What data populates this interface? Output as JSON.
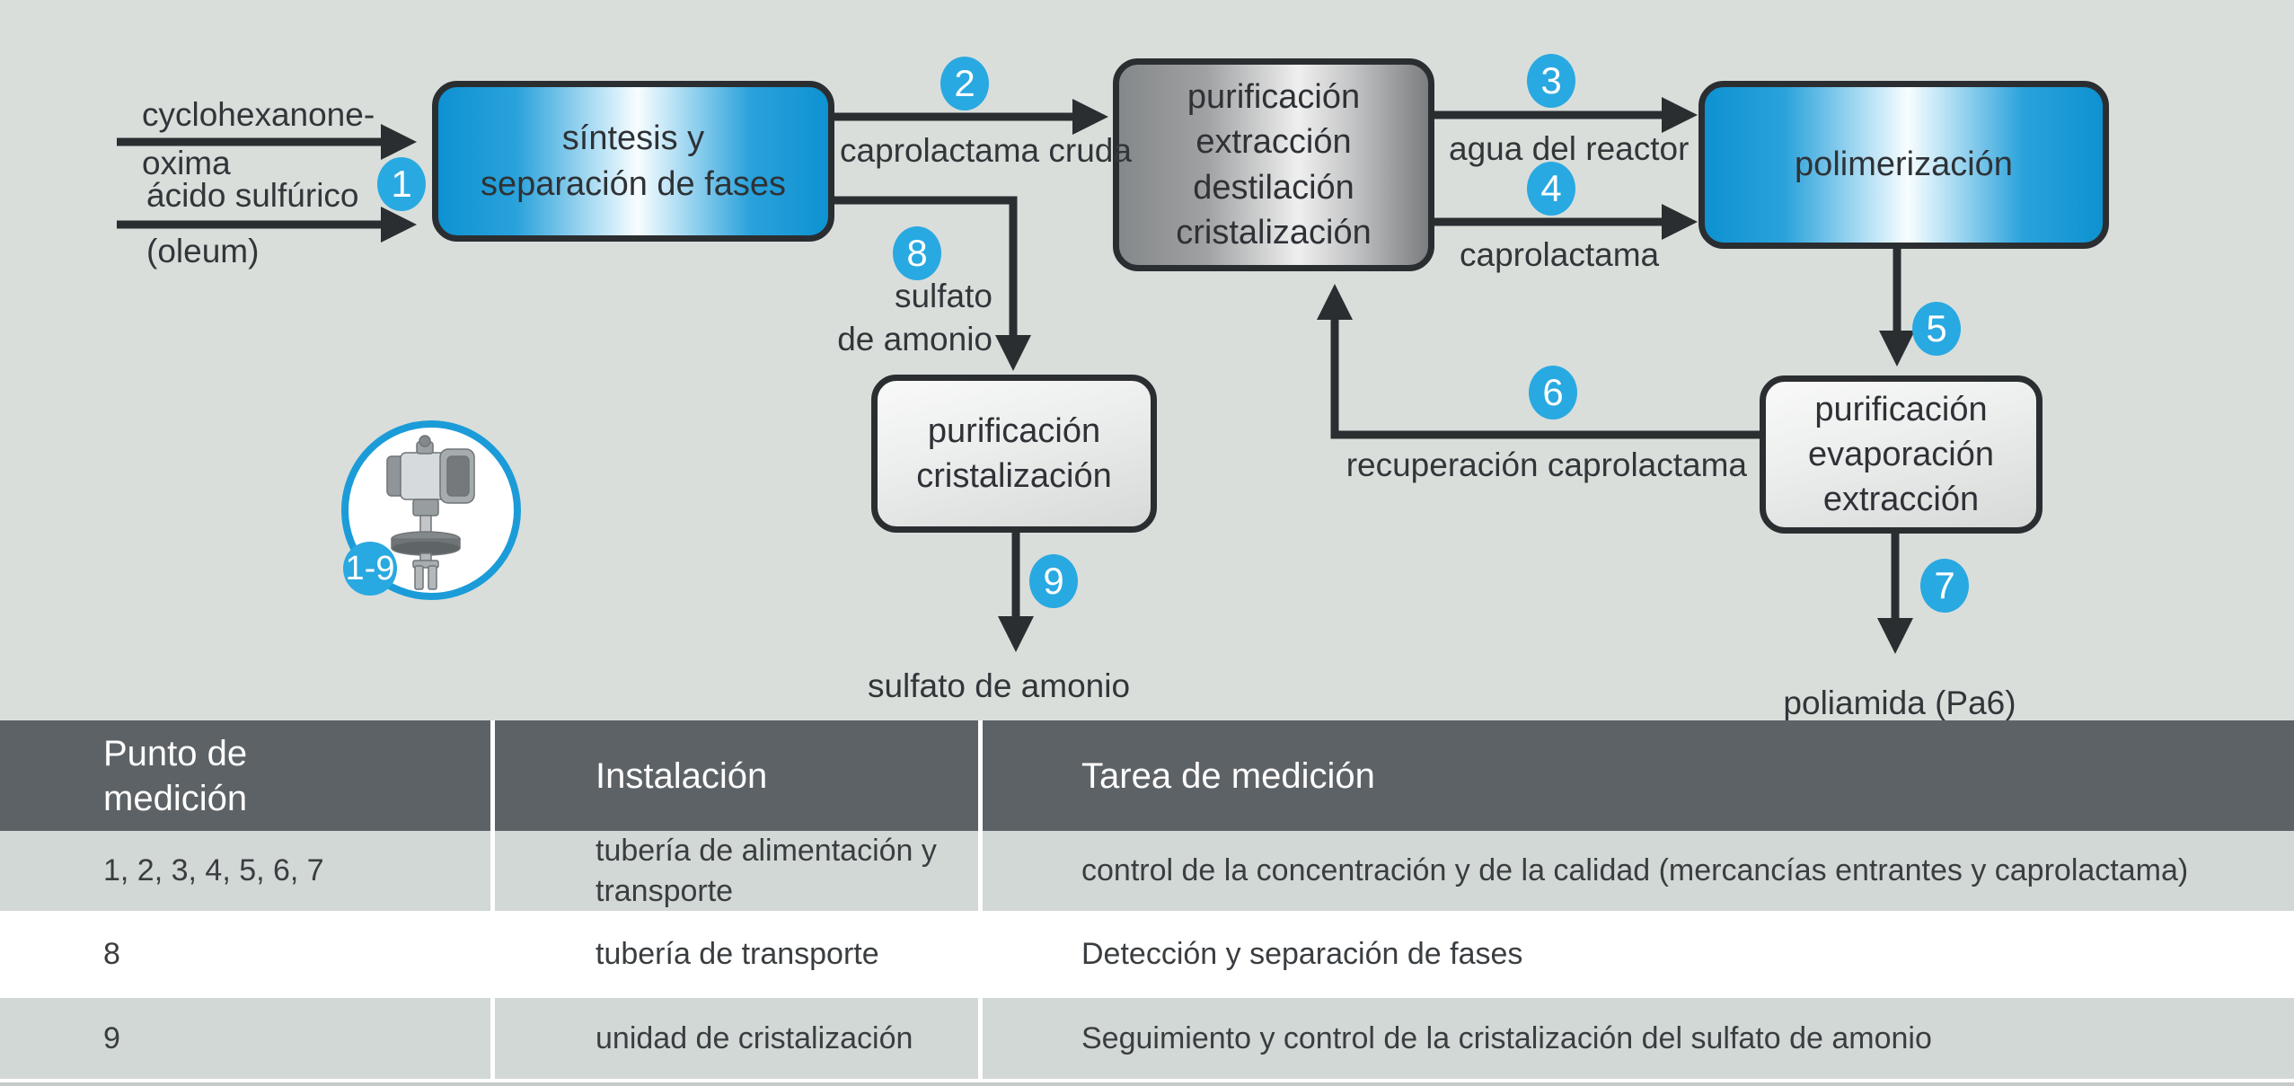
{
  "colors": {
    "accent_blue": "#29a9e1",
    "box_blue_edge": "#0e92d1",
    "instrument_ring_blue": "#1b9cd8",
    "table_header_gray": "#5d6266",
    "row_gray": "#d2d8d5",
    "background": "#d9dedb",
    "line_dark": "#2b2e31"
  },
  "diagram": {
    "inputs": [
      {
        "label": "cyclohexanone-\noxima"
      },
      {
        "label": "ácido sulfúrico\n(oleum)"
      }
    ],
    "boxes": [
      {
        "id": "synthesis",
        "label": "síntesis y\nseparación de fases"
      },
      {
        "id": "purification-main",
        "label": "purificación\nextracción\ndestilación\ncristalización"
      },
      {
        "id": "polymerization",
        "label": "polimerización"
      },
      {
        "id": "purification-crystallization",
        "label": "purificación\ncristalización"
      },
      {
        "id": "purification-evaporation",
        "label": "purificación\nevaporación\nextracción"
      }
    ],
    "flow_labels": {
      "crude_caprolactam": "caprolactama cruda",
      "reactor_water": "agua del reactor",
      "caprolactam": "caprolactama",
      "ammonium_sulfate_top": "sulfato\nde amonio",
      "caprolactam_recovery": "recuperación caprolactama",
      "ammonium_sulfate_bottom": "sulfato de amonio",
      "polyamide": "poliamida (Pa6)"
    },
    "markers": [
      "1",
      "2",
      "3",
      "4",
      "5",
      "6",
      "7",
      "8",
      "9"
    ],
    "instrument_badge": "1-9"
  },
  "table": {
    "headers": [
      "Punto de\nmedición",
      "Instalación",
      "Tarea de medición"
    ],
    "rows": [
      {
        "point": "1, 2, 3, 4, 5, 6, 7",
        "installation": "tubería de alimentación y\ntransporte",
        "task": "control de la concentración y de la calidad (mercancías entrantes y caprolactama)"
      },
      {
        "point": "8",
        "installation": "tubería de transporte",
        "task": "Detección y separación de fases"
      },
      {
        "point": "9",
        "installation": "unidad de cristalización",
        "task": "Seguimiento y control de la cristalización del sulfato de amonio"
      }
    ]
  }
}
